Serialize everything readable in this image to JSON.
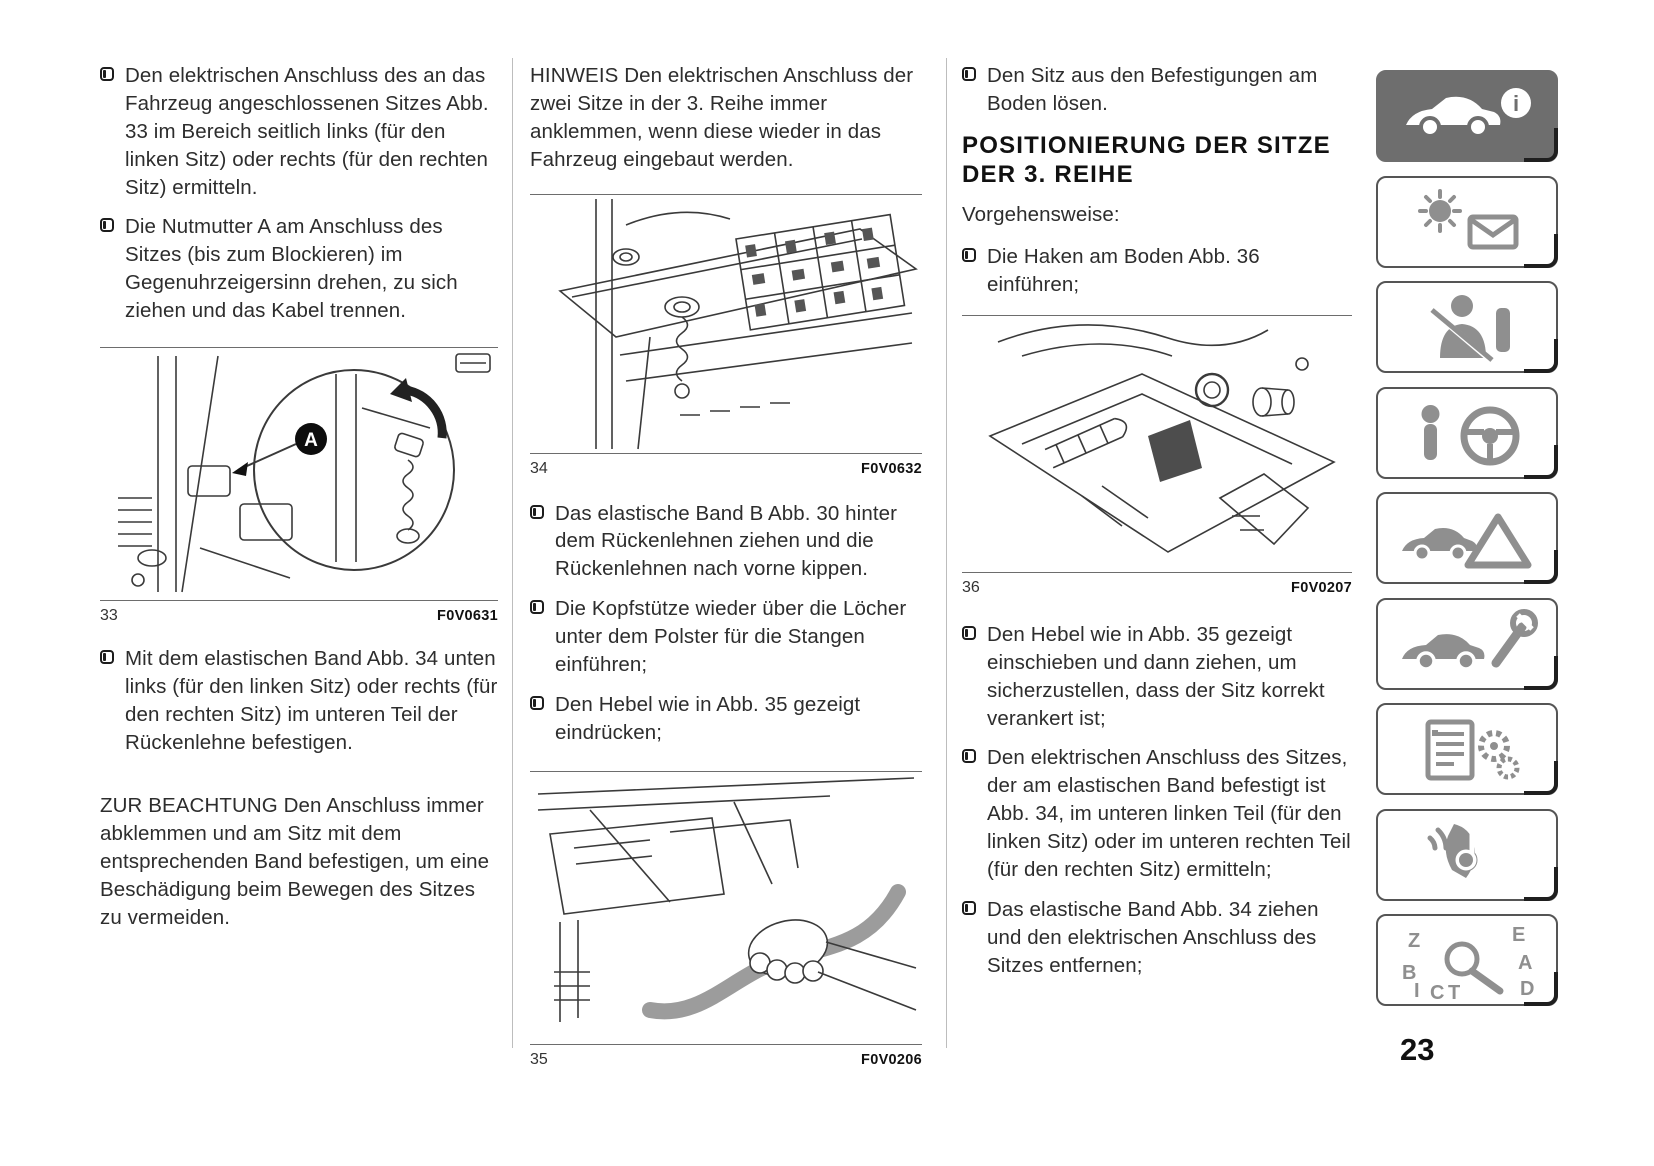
{
  "page_number": "23",
  "col1": {
    "bullet1": "Den elektrischen Anschluss des an das Fahrzeug angeschlossenen Sitzes Abb. 33 im Bereich seitlich links (für den linken Sitz) oder rechts (für den rechten Sitz) ermitteln.",
    "bullet2": "Die Nutmutter A am Anschluss des Sitzes (bis zum Blockieren) im Gegenuhrzeigersinn drehen, zu sich ziehen und das Kabel trennen.",
    "bullet3": "Mit dem elastischen Band Abb. 34 unten links (für den linken Sitz) oder rechts (für den rechten Sitz) im unteren Teil der Rückenlehne befestigen.",
    "caution": "ZUR BEACHTUNG Den Anschluss immer abklemmen und am Sitz mit dem entsprechenden Band befestigen, um eine Beschädigung beim Bewegen des Sitzes zu vermeiden."
  },
  "col2": {
    "note": "HINWEIS Den elektrischen Anschluss der zwei Sitze in der 3. Reihe immer anklemmen, wenn diese wieder in das Fahrzeug eingebaut werden.",
    "bullet1": "Das elastische Band B Abb. 30 hinter dem Rückenlehnen ziehen und die Rückenlehnen nach vorne kippen.",
    "bullet2": "Die Kopfstütze wieder über die Löcher unter dem Polster für die Stangen einführen;",
    "bullet3": "Den Hebel wie in Abb. 35 gezeigt eindrücken;"
  },
  "col3": {
    "bullet1": "Den Sitz aus den Befestigungen am Boden lösen.",
    "heading": "POSITIONIERUNG DER SITZE DER 3. REIHE",
    "procedure": "Vorgehensweise:",
    "bullet2": "Die Haken am Boden Abb. 36 einführen;",
    "bullet3": "Den Hebel wie in Abb. 35 gezeigt einschieben und dann ziehen, um sicherzustellen, dass der Sitz korrekt verankert ist;",
    "bullet4": "Den elektrischen Anschluss des Sitzes, der am elastischen Band befestigt ist Abb. 34, im unteren linken Teil (für den linken Sitz) oder im unteren rechten Teil (für den rechten Sitz) ermitteln;",
    "bullet5": "Das elastische Band Abb. 34 ziehen und den elektrischen Anschluss des Sitzes entfernen;"
  },
  "figures": {
    "fig33": {
      "number": "33",
      "code": "F0V0631",
      "callout": "A"
    },
    "fig34": {
      "number": "34",
      "code": "F0V0632"
    },
    "fig35": {
      "number": "35",
      "code": "F0V0206"
    },
    "fig36": {
      "number": "36",
      "code": "F0V0207"
    }
  },
  "sidebar": {
    "info_glyph": "i",
    "tabs": [
      {
        "name": "vehicle-info",
        "icon": "car-info-icon",
        "active": true
      },
      {
        "name": "dashboard",
        "icon": "dashboard-lights-icon",
        "active": false
      },
      {
        "name": "safety",
        "icon": "seatbelt-icon",
        "active": false
      },
      {
        "name": "starting-driving",
        "icon": "ignition-steering-icon",
        "active": false
      },
      {
        "name": "emergency",
        "icon": "emergency-triangle-icon",
        "active": false
      },
      {
        "name": "maintenance",
        "icon": "car-service-icon",
        "active": false
      },
      {
        "name": "technical-data",
        "icon": "technical-data-icon",
        "active": false
      },
      {
        "name": "multimedia",
        "icon": "multimedia-icon",
        "active": false
      },
      {
        "name": "index",
        "icon": "index-search-icon",
        "active": false
      }
    ],
    "index_letters": [
      "Z",
      "E",
      "B",
      "A",
      "I",
      "C",
      "T",
      "D"
    ]
  },
  "colors": {
    "tab_active": "#6e6e6e",
    "icon_gray": "#8f8f8f",
    "art_stroke": "#3a3a3a"
  }
}
